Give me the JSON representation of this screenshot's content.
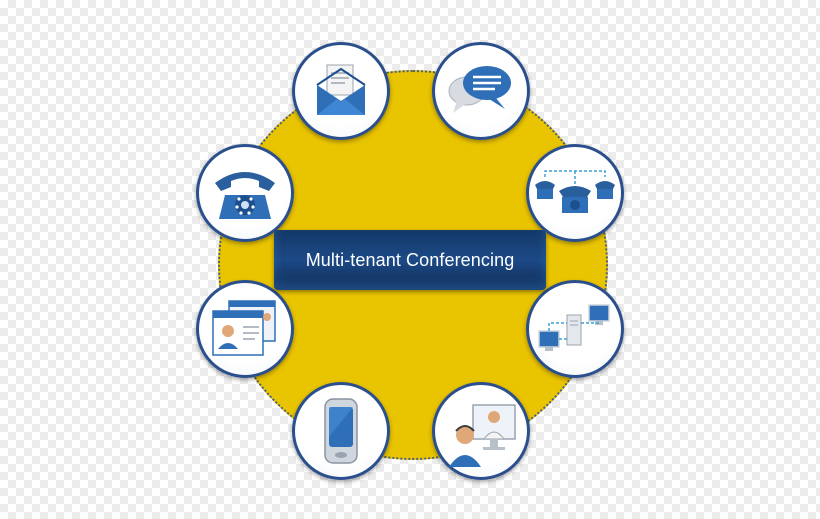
{
  "diagram": {
    "center_label": "Multi-tenant Conferencing",
    "nodes": [
      {
        "id": "email",
        "icon": "envelope-icon"
      },
      {
        "id": "chat",
        "icon": "chat-bubbles-icon"
      },
      {
        "id": "desk-phone",
        "icon": "telephone-icon"
      },
      {
        "id": "phone-bridge",
        "icon": "phone-bridge-icon"
      },
      {
        "id": "contacts",
        "icon": "contact-cards-icon"
      },
      {
        "id": "network",
        "icon": "network-computers-icon"
      },
      {
        "id": "mobile",
        "icon": "mobile-phone-icon"
      },
      {
        "id": "video",
        "icon": "video-call-icon"
      }
    ]
  },
  "colors": {
    "ring_fill": "#e9c400",
    "node_border": "#2a4f8c",
    "banner": "#143868",
    "icon_blue": "#2e6fb8"
  }
}
